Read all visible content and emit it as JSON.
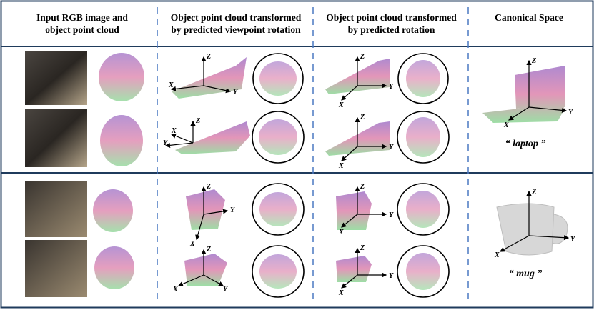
{
  "figure": {
    "columns": [
      {
        "line1": "Input RGB image and",
        "line2": "object point cloud"
      },
      {
        "line1": "Object point cloud transformed",
        "line2": "by predicted viewpoint rotation"
      },
      {
        "line1": "Object point cloud transformed",
        "line2": "by predicted rotation"
      },
      {
        "line1": "Canonical Space",
        "line2": ""
      }
    ],
    "categories": [
      {
        "label": "“ laptop ”"
      },
      {
        "label": "“ mug ”"
      }
    ],
    "axis_labels": {
      "x": "X",
      "y": "Y",
      "z": "Z"
    },
    "colors": {
      "frame": "#1f3b5c",
      "separator": "#4a78c2",
      "cloud_top": "#7a3bb0",
      "cloud_mid": "#d0508a",
      "cloud_bottom": "#5cc86a"
    }
  }
}
